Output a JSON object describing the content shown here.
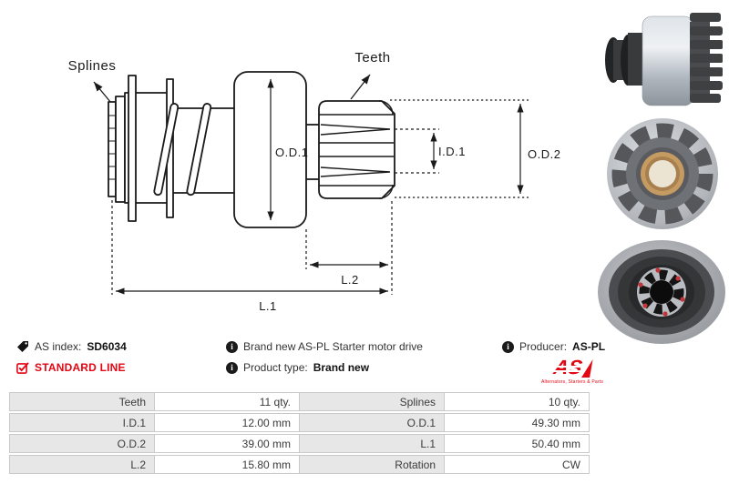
{
  "info": {
    "as_index": {
      "label": "AS index:",
      "value": "SD6034"
    },
    "standard_line": "STANDARD LINE",
    "description": "Brand new AS-PL Starter motor drive",
    "product_type": {
      "label": "Product type:",
      "value": "Brand new"
    },
    "producer": {
      "label": "Producer:",
      "value": "AS-PL"
    },
    "logo": {
      "text": "AS",
      "caption": "Alternators, Starters & Parts"
    }
  },
  "icons": {
    "info_glyph": "i",
    "tag_icon": "tag",
    "checkbox_icon": "checked-box"
  },
  "diagram": {
    "splines": "Splines",
    "teeth": "Teeth",
    "od1": "O.D.1",
    "id1": "I.D.1",
    "od2": "O.D.2",
    "l2": "L.2",
    "l1": "L.1"
  },
  "spec_table": {
    "rows": [
      {
        "c0": "Teeth",
        "c1": "11 qty.",
        "c2": "Splines",
        "c3": "10 qty."
      },
      {
        "c0": "I.D.1",
        "c1": "12.00 mm",
        "c2": "O.D.1",
        "c3": "49.30 mm"
      },
      {
        "c0": "O.D.2",
        "c1": "39.00 mm",
        "c2": "L.1",
        "c3": "50.40 mm"
      },
      {
        "c0": "L.2",
        "c1": "15.80 mm",
        "c2": "Rotation",
        "c3": "CW"
      }
    ]
  },
  "colors": {
    "accent_red": "#e30613",
    "line": "#1a1a1a",
    "table_label_bg": "#e7e7e7",
    "table_border": "#c9c9c9"
  }
}
